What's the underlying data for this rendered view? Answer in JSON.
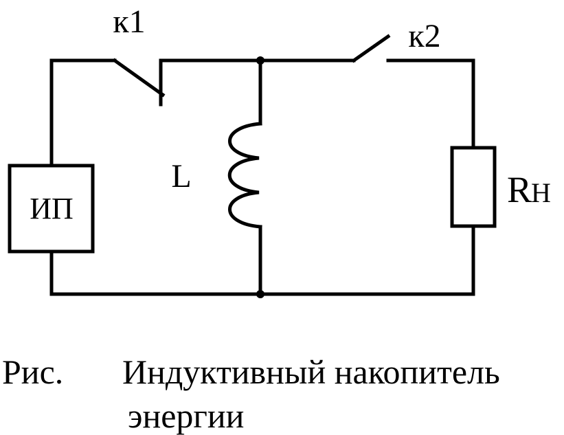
{
  "labels": {
    "switch1": "к1",
    "switch2": "к2",
    "inductor": "L",
    "source": "ИП",
    "load_main": "R",
    "load_sub": "Н"
  },
  "caption": {
    "prefix": "Рис.",
    "line1": "Индуктивный накопитель",
    "line2": "энергии"
  }
}
